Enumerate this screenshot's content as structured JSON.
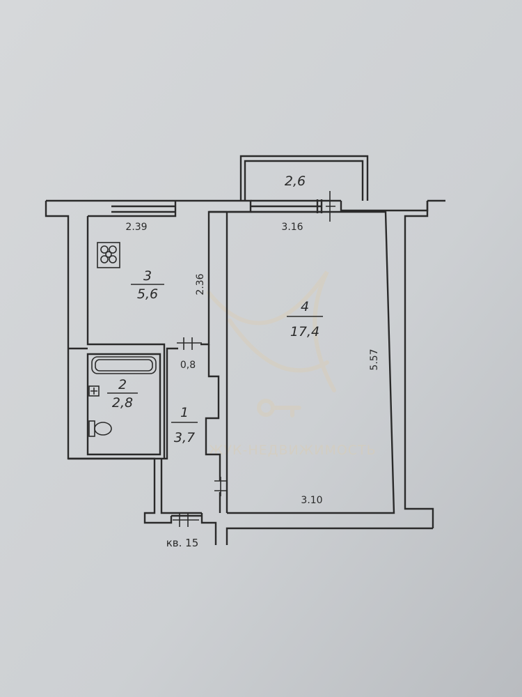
{
  "rooms": [
    {
      "number": "3",
      "area": "5,6"
    },
    {
      "number": "2",
      "area": "2,8"
    },
    {
      "number": "1",
      "area": "3,7"
    },
    {
      "number": "4",
      "area": "17,4"
    }
  ],
  "balcony": {
    "area": "2,6"
  },
  "dimensions": {
    "kitchen_width": "2.39",
    "kitchen_depth": "2.36",
    "room_width_top": "3.16",
    "room_depth": "5.57",
    "room_width_bottom": "3.10",
    "door_width": "0,8"
  },
  "apartment_label": "кв. 15",
  "watermark": "ЖУК-НЕДВИЖИМОСТЬ",
  "colors": {
    "paper": "#cfd1d4",
    "ink": "#2a2a2a",
    "watermark": "#d8cdb6"
  }
}
